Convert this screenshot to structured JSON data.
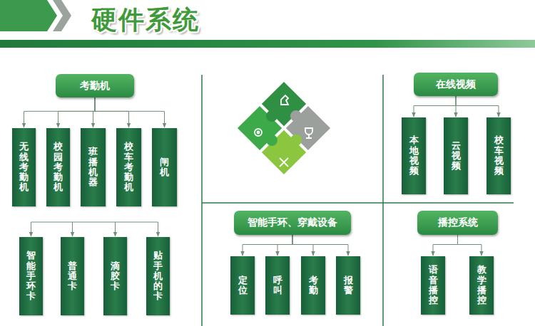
{
  "diagram": {
    "title": "硬件系统",
    "nodes": [
      {
        "text": [
          "考勤机"
        ]
      },
      {
        "text": [
          "无线考勤机"
        ]
      },
      {
        "text": [
          "校园考勤机"
        ]
      },
      {
        "text": [
          "班播机器"
        ]
      },
      {
        "text": [
          "校车考勤机"
        ]
      },
      {
        "text": [
          "闸机"
        ]
      },
      {
        "text": [
          "智能手环卡"
        ]
      },
      {
        "text": [
          "普通卡"
        ]
      },
      {
        "text": [
          "滴胶卡"
        ]
      },
      {
        "text": [
          "贴手机的卡"
        ]
      },
      {
        "text": [
          "在线视频"
        ]
      },
      {
        "text": [
          "本地视频"
        ]
      },
      {
        "text": [
          "云视频"
        ]
      },
      {
        "text": [
          "校车视频"
        ]
      },
      {
        "text": [
          "智能手环、穿戴设备"
        ]
      },
      {
        "text": [
          "定位"
        ]
      },
      {
        "text": [
          "呼叫"
        ]
      },
      {
        "text": [
          "考勤"
        ]
      },
      {
        "text": [
          "报警"
        ]
      },
      {
        "text": [
          "播控系统"
        ]
      },
      {
        "text": [
          "语音播控"
        ]
      },
      {
        "text": [
          "教学播控"
        ]
      }
    ],
    "edges": [
      {
        "from": 0,
        "to": 1,
        "arrow": "to"
      },
      {
        "from": 0,
        "to": 2,
        "arrow": "to"
      },
      {
        "from": 0,
        "to": 3,
        "arrow": "to"
      },
      {
        "from": 0,
        "to": 4,
        "arrow": "to"
      },
      {
        "from": 0,
        "to": 5,
        "arrow": "to"
      },
      {
        "from": 10,
        "to": 11,
        "arrow": "to"
      },
      {
        "from": 10,
        "to": 12,
        "arrow": "to"
      },
      {
        "from": 10,
        "to": 13,
        "arrow": "to"
      },
      {
        "from": 14,
        "to": 15,
        "arrow": "to"
      },
      {
        "from": 14,
        "to": 16,
        "arrow": "to"
      },
      {
        "from": 14,
        "to": 17,
        "arrow": "to"
      },
      {
        "from": 14,
        "to": 18,
        "arrow": "to"
      },
      {
        "from": 19,
        "to": 20,
        "arrow": "to"
      },
      {
        "from": 19,
        "to": 21,
        "arrow": "to"
      }
    ]
  }
}
